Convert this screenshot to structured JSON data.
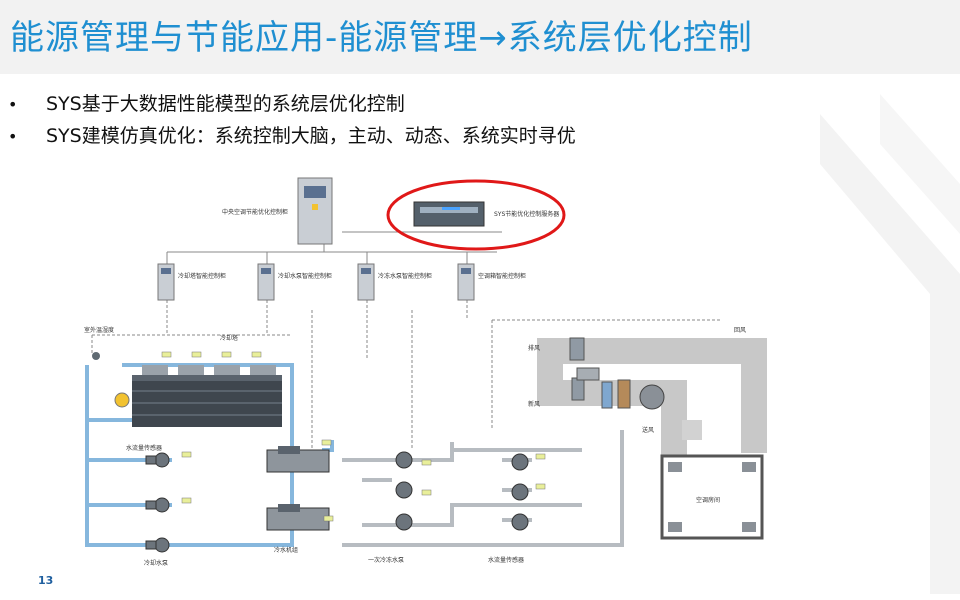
{
  "header": {
    "title": "能源管理与节能应用-能源管理→系统层优化控制"
  },
  "bullets": [
    {
      "marker": "•",
      "text": "SYS基于大数据性能模型的系统层优化控制"
    },
    {
      "marker": "•",
      "text": "SYS建模仿真优化：系统控制大脑，主动、动态、系统实时寻优"
    }
  ],
  "diagram": {
    "central_cabinet": "中央空调节能优化控制柜",
    "server": "SYS节能优化控制服务器",
    "sub_cabinets": [
      "冷却塔智能控制柜",
      "冷却水泵智能控制柜",
      "冷冻水泵智能控制柜",
      "空调箱智能控制柜"
    ],
    "outdoor_sensor": "室外温湿度",
    "cooling_tower_label": "冷却塔",
    "flow_sensor_left": "水流量传感器",
    "cooling_pump_label": "冷却水泵",
    "chiller_label": "冷水机组",
    "primary_pump_label": "一次冷冻水泵",
    "flow_sensor_right": "水流量传感器",
    "exhaust_air": "排风",
    "fresh_air": "新风",
    "supply_air": "送风",
    "return_air": "回风",
    "room_label": "空调房间"
  },
  "footer": {
    "page_number": "13"
  }
}
